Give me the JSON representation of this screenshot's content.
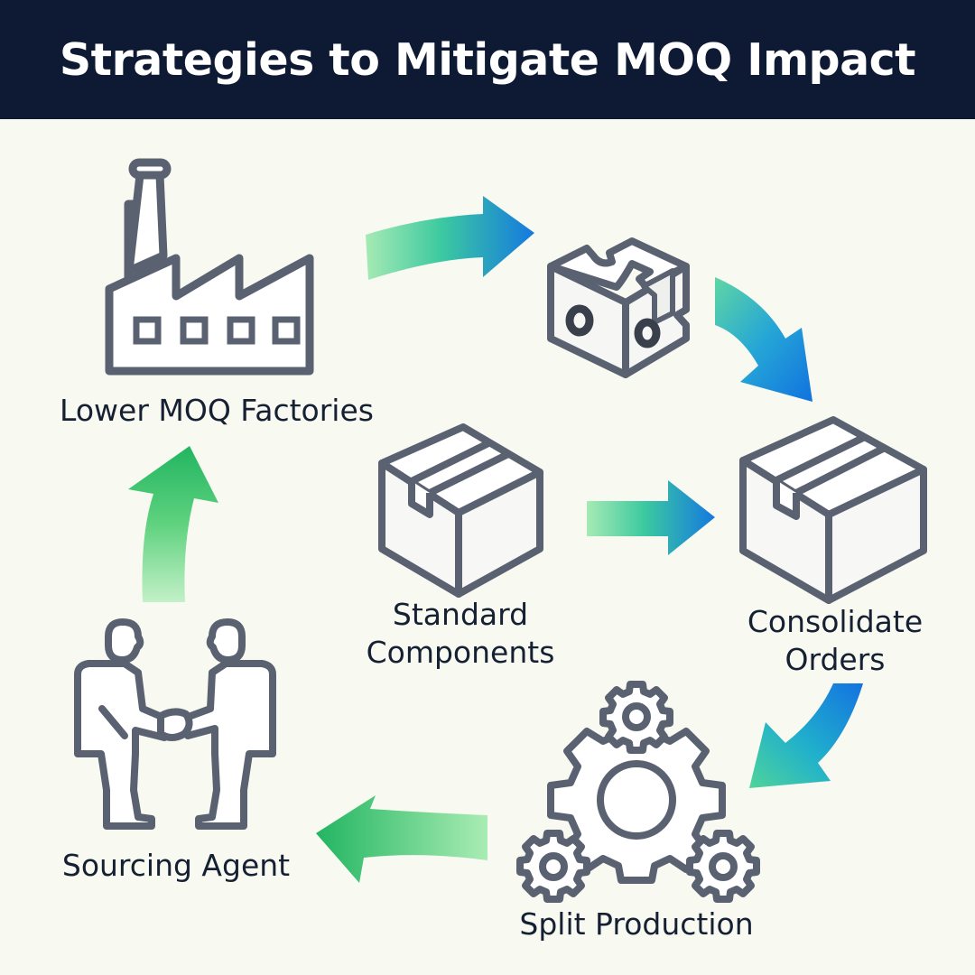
{
  "header": {
    "title": "Strategies to Mitigate MOQ Impact"
  },
  "colors": {
    "header_bg": "#0e1a33",
    "title_text": "#ffffff",
    "background": "#f8f9f1",
    "icon_stroke": "#5a6170",
    "label_text": "#162033",
    "arrow_green": "#34c26b",
    "arrow_light_green": "#a6eab4",
    "arrow_blue": "#1479e0"
  },
  "nodes": [
    {
      "id": "factories",
      "label": "Lower MOQ Factories",
      "icon": "factory-icon"
    },
    {
      "id": "modular",
      "label": "",
      "icon": "modular-component-icon"
    },
    {
      "id": "standard",
      "label_lines": [
        "Standard",
        "Components"
      ],
      "icon": "box-icon"
    },
    {
      "id": "consolidate",
      "label_lines": [
        "Consolidate",
        "Orders"
      ],
      "icon": "box-icon"
    },
    {
      "id": "split",
      "label": "Split Production",
      "icon": "gears-icon"
    },
    {
      "id": "agent",
      "label": "Sourcing Agent",
      "icon": "handshake-icon"
    }
  ],
  "flow": [
    {
      "from": "factories",
      "to": "modular",
      "style": "green-to-blue"
    },
    {
      "from": "modular",
      "to": "consolidate",
      "style": "green-to-blue"
    },
    {
      "from": "standard",
      "to": "consolidate",
      "style": "green-to-blue"
    },
    {
      "from": "consolidate",
      "to": "split",
      "style": "blue-to-green"
    },
    {
      "from": "split",
      "to": "agent",
      "style": "green"
    },
    {
      "from": "agent",
      "to": "factories",
      "style": "green"
    }
  ]
}
